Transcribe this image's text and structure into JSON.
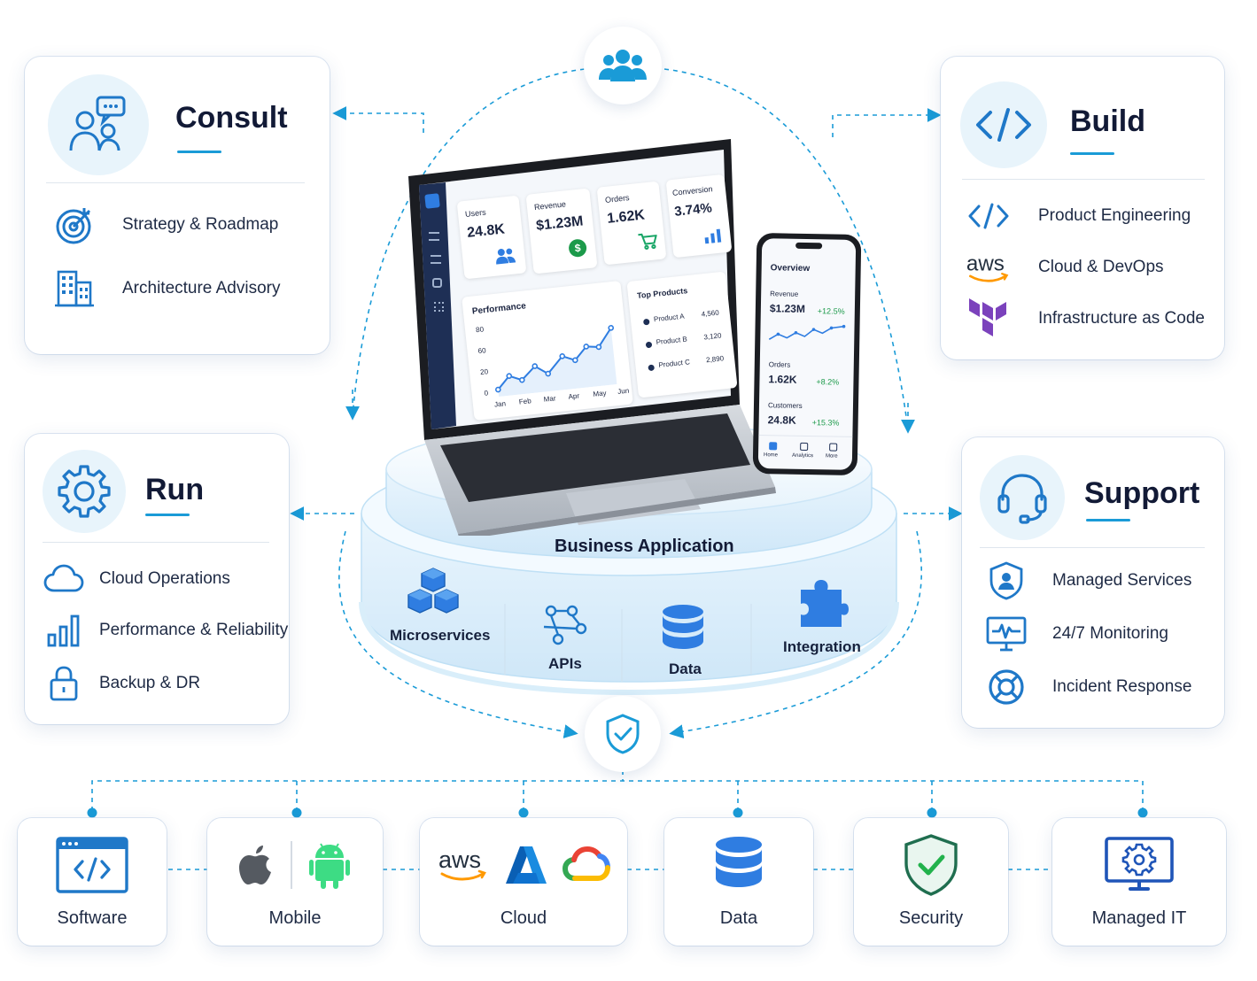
{
  "consult": {
    "title": "Consult",
    "items": [
      {
        "label": "Strategy & Roadmap",
        "icon": "target-icon"
      },
      {
        "label": "Architecture Advisory",
        "icon": "building-icon"
      }
    ]
  },
  "build": {
    "title": "Build",
    "items": [
      {
        "label": "Product Engineering",
        "icon": "code-icon"
      },
      {
        "label": "Cloud & DevOps",
        "icon": "aws-logo"
      },
      {
        "label": "Infrastructure as Code",
        "icon": "terraform-logo"
      }
    ]
  },
  "run": {
    "title": "Run",
    "items": [
      {
        "label": "Cloud Operations",
        "icon": "cloud-icon"
      },
      {
        "label": "Performance & Reliability",
        "icon": "bar-chart-icon"
      },
      {
        "label": "Backup & DR",
        "icon": "lock-icon"
      }
    ]
  },
  "support": {
    "title": "Support",
    "items": [
      {
        "label": "Managed Services",
        "icon": "shield-user-icon"
      },
      {
        "label": "24/7 Monitoring",
        "icon": "monitor-pulse-icon"
      },
      {
        "label": "Incident Response",
        "icon": "lifebuoy-icon"
      }
    ]
  },
  "platform": {
    "title": "Business Application",
    "modules": [
      "Microservices",
      "APIs",
      "Data",
      "Integration"
    ]
  },
  "laptop": {
    "kpis": [
      {
        "label": "Users",
        "value": "24.8K"
      },
      {
        "label": "Revenue",
        "value": "$1.23M"
      },
      {
        "label": "Orders",
        "value": "1.62K"
      },
      {
        "label": "Conversion",
        "value": "3.74%"
      }
    ],
    "performance": {
      "title": "Performance",
      "y_ticks": [
        "80",
        "60",
        "20",
        "0"
      ],
      "x_ticks": [
        "Jan",
        "Feb",
        "Mar",
        "Apr",
        "May",
        "Jun"
      ]
    },
    "top_products": {
      "title": "Top Products",
      "items": [
        {
          "name": "Product A",
          "value": "4,560"
        },
        {
          "name": "Product B",
          "value": "3,120"
        },
        {
          "name": "Product C",
          "value": "2,890"
        }
      ]
    }
  },
  "phone": {
    "title": "Overview",
    "metrics": [
      {
        "label": "Revenue",
        "value": "$1.23M",
        "delta": "+12.5%"
      },
      {
        "label": "Orders",
        "value": "1.62K",
        "delta": "+8.2%"
      },
      {
        "label": "Customers",
        "value": "24.8K",
        "delta": "+15.3%"
      }
    ],
    "nav": [
      "Home",
      "Analytics",
      "More"
    ]
  },
  "bottom": [
    {
      "label": "Software"
    },
    {
      "label": "Mobile"
    },
    {
      "label": "Cloud"
    },
    {
      "label": "Data"
    },
    {
      "label": "Security"
    },
    {
      "label": "Managed IT"
    }
  ],
  "colors": {
    "accent": "#1a9bd7",
    "dark": "#121a36",
    "icon_blue": "#1f78c8",
    "icon_light_bg": "#e8f4fb",
    "positive": "#1c9a4a"
  }
}
